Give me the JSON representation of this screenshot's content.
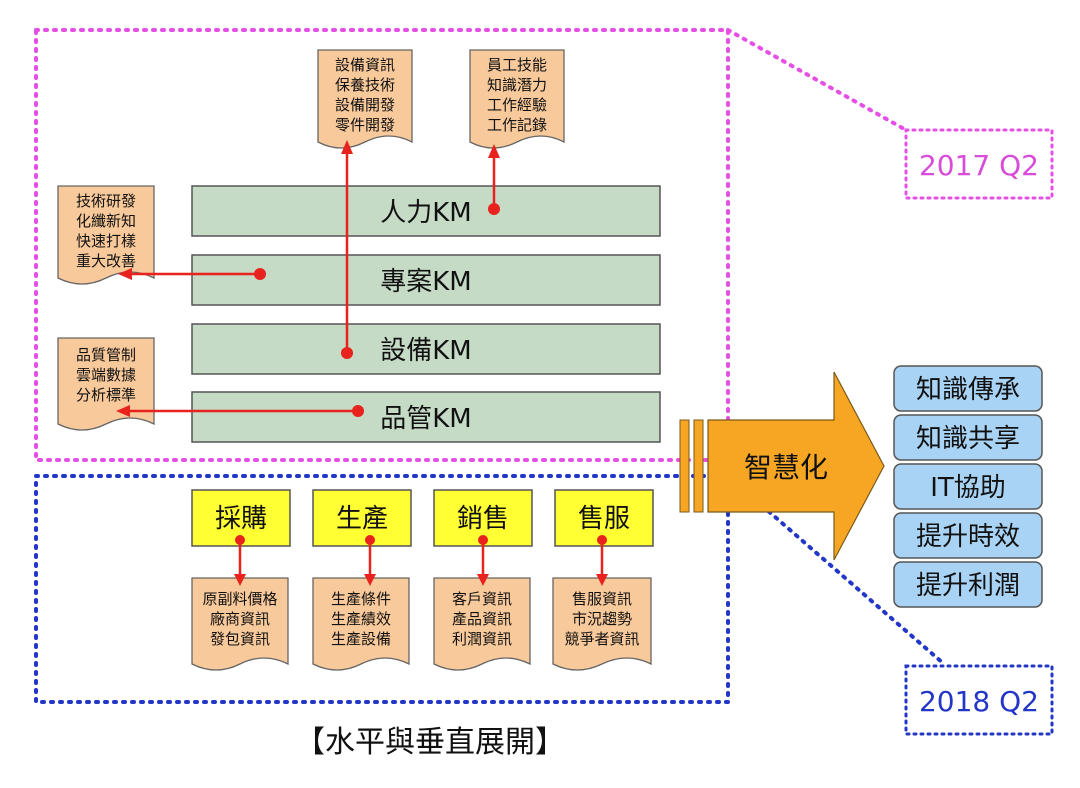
{
  "colors": {
    "pink_border": "#e64fe6",
    "blue_border": "#2236c8",
    "bar_fill": "#c6dbc6",
    "doc_fill": "#f8c99a",
    "yellow_fill": "#ffff33",
    "blue_box_fill": "#a9d3f4",
    "arrow_fill": "#f6a623",
    "connector_red": "#e8231d",
    "q2017_text": "#d94bd9",
    "q2018_text": "#2236c8"
  },
  "top_docs": {
    "equipment": [
      "設備資訊",
      "保養技術",
      "設備開發",
      "零件開發"
    ],
    "hr": [
      "員工技能",
      "知識潛力",
      "工作經驗",
      "工作記錄"
    ]
  },
  "side_docs": {
    "project": [
      "技術研發",
      "化纖新知",
      "快速打樣",
      "重大改善"
    ],
    "quality": [
      "品質管制",
      "雲端數據",
      "分析標準"
    ]
  },
  "km_bars": [
    "人力KM",
    "專案KM",
    "設備KM",
    "品管KM"
  ],
  "departments": [
    {
      "label": "採購",
      "doc": [
        "原副料價格",
        "廠商資訊",
        "發包資訊"
      ]
    },
    {
      "label": "生產",
      "doc": [
        "生產條件",
        "生產績效",
        "生產設備"
      ]
    },
    {
      "label": "銷售",
      "doc": [
        "客戶資訊",
        "產品資訊",
        "利潤資訊"
      ]
    },
    {
      "label": "售服",
      "doc": [
        "售服資訊",
        "市況趨勢",
        "競爭者資訊"
      ]
    }
  ],
  "arrow_label": "智慧化",
  "outcomes": [
    "知識傳承",
    "知識共享",
    "IT協助",
    "提升時效",
    "提升利潤"
  ],
  "phase_labels": {
    "upper": "2017 Q2",
    "lower": "2018 Q2"
  },
  "caption": "【水平與垂直展開】"
}
